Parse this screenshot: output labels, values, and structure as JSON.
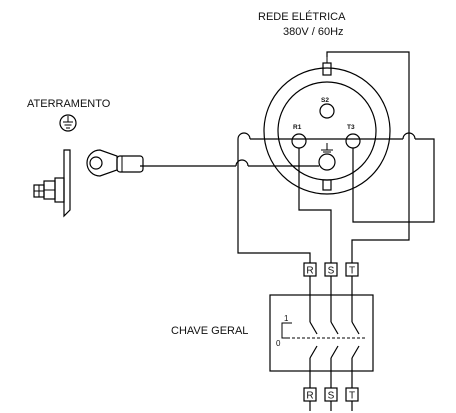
{
  "labels": {
    "network_title": "REDE ELÉTRICA",
    "network_spec": "380V / 60Hz",
    "grounding": "ATERRAMENTO",
    "main_switch": "CHAVE GERAL",
    "switch_pos_on": "1",
    "switch_pos_off": "0"
  },
  "socket_pins": {
    "r1": "R1",
    "s2": "S2",
    "t3": "T3"
  },
  "terminals_top": [
    "R",
    "S",
    "T"
  ],
  "terminals_bottom": [
    "R",
    "S",
    "T"
  ]
}
